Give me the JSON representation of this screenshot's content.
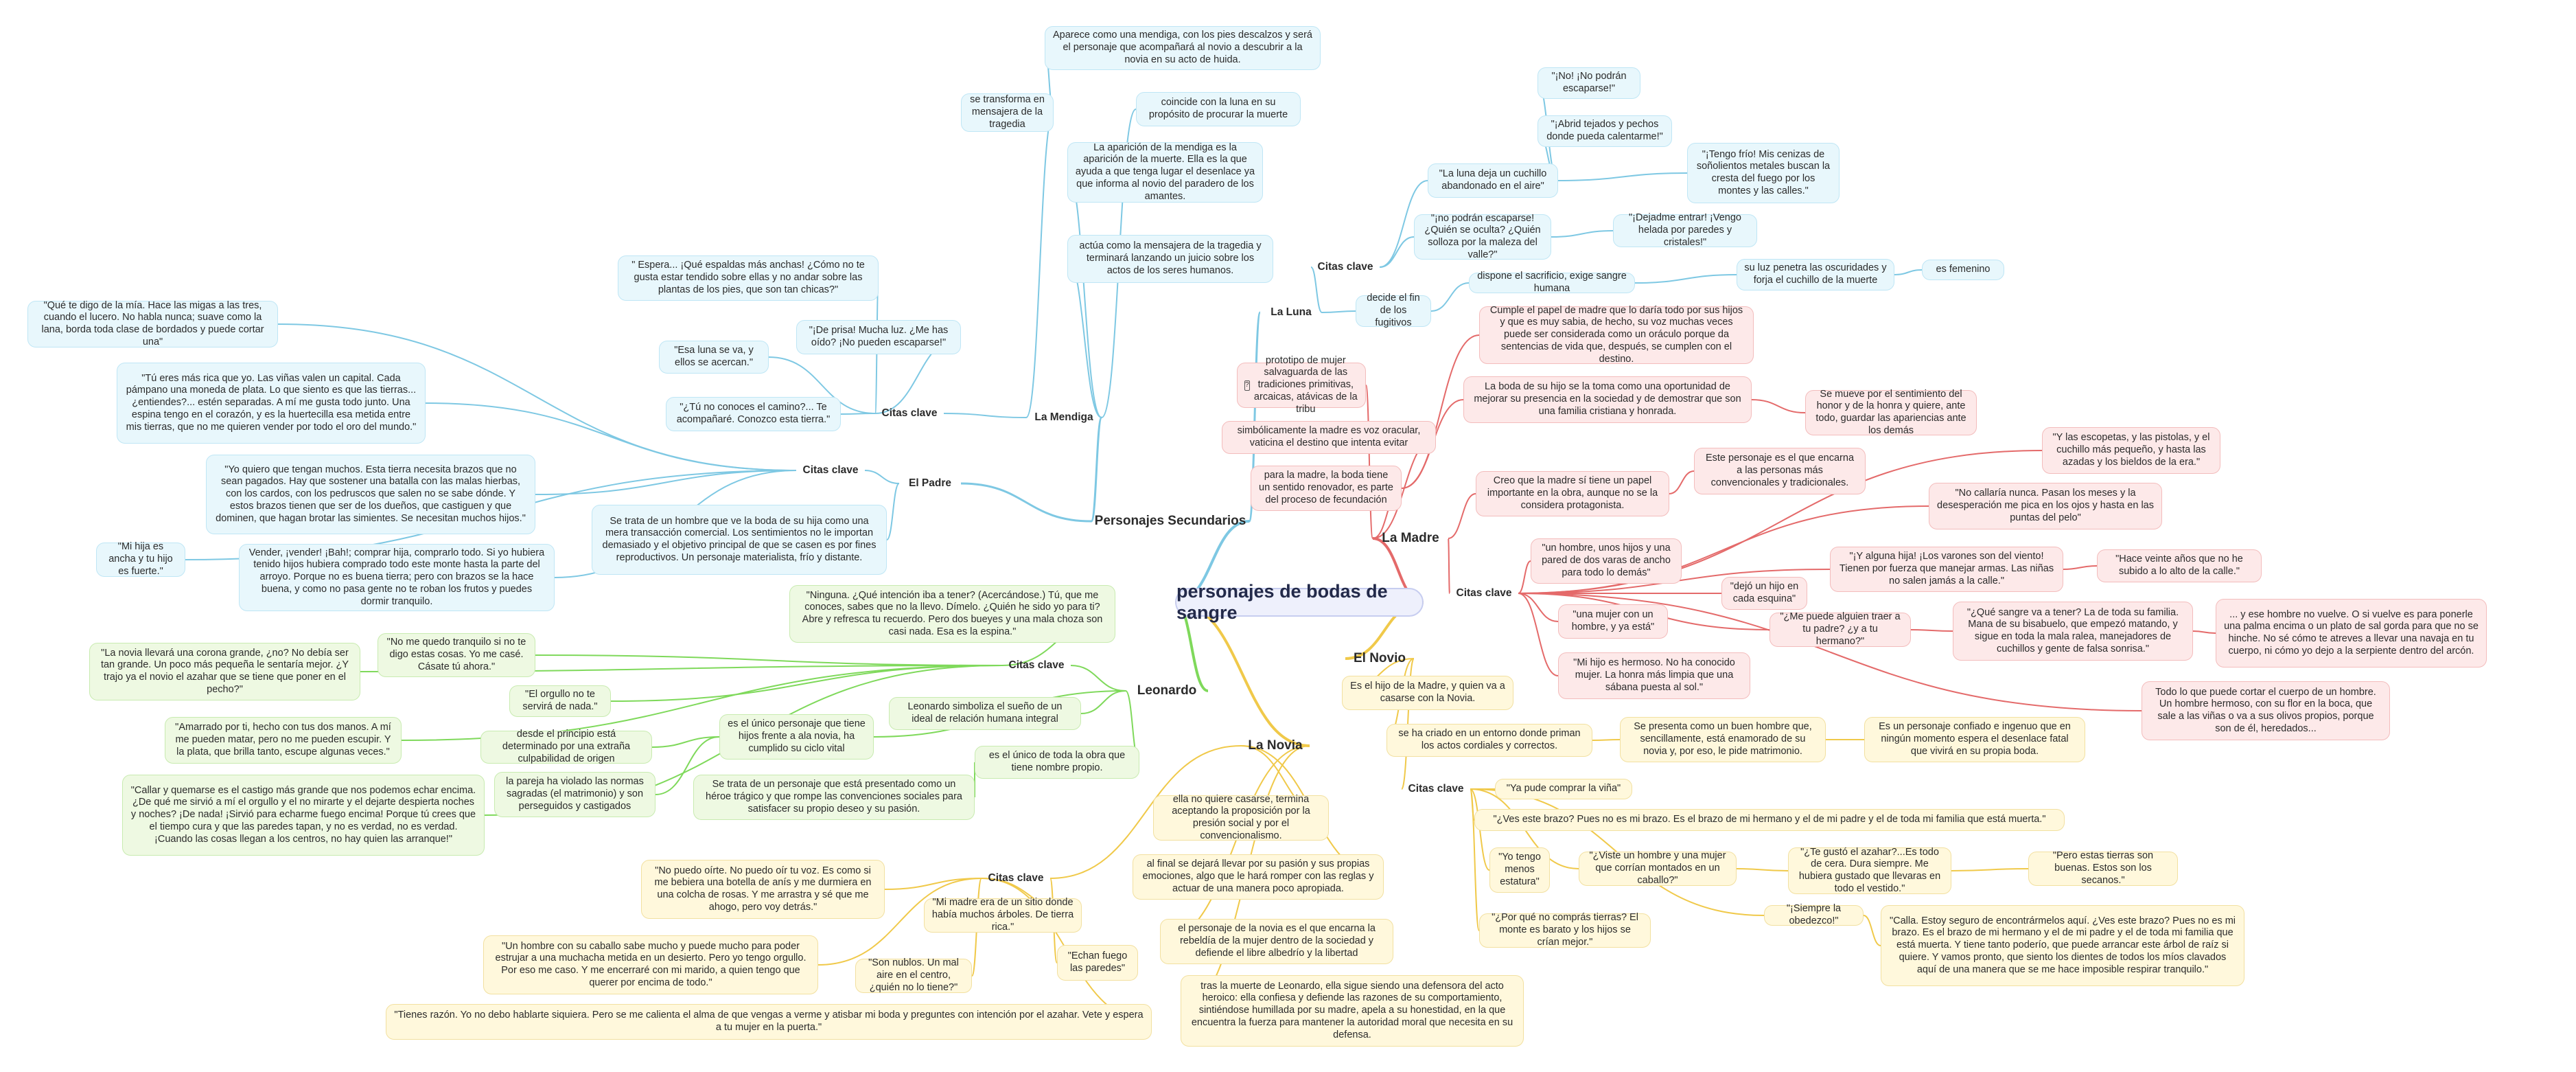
{
  "root": "personajes de bodas de sangre",
  "branches": {
    "secundarios": "Personajes Secundarios",
    "la_luna": "La Luna",
    "la_mendiga": "La Mendiga",
    "el_padre": "El Padre",
    "leonardo": "Leonardo",
    "la_madre": "La Madre",
    "el_novio": "El Novio",
    "la_novia": "La Novia"
  },
  "citas_label": "Citas clave",
  "luna": {
    "citas": [
      "\"¡No! ¡No podrán escaparse!\"",
      "\"¡Abrid tejados y pechos donde pueda calentarme!\"",
      "\"La luna deja un cuchillo abandonado en el aire\"",
      "\"¡Tengo frío! Mis cenizas de soñolientos metales buscan la cresta del fuego por los montes y las calles.\"",
      "\"¡no podrán escaparse! ¿Quién se oculta? ¿Quién solloza por la maleza del valle?\"",
      "\"¡Dejadme entrar! ¡Vengo helada por paredes y cristales!\""
    ],
    "decide": "decide el fin de los fugitivos",
    "sacrificio": "dispone el sacrificio, exige sangre humana",
    "luz": "su luz penetra las oscuridades y forja el cuchillo de la muerte",
    "femenino": "es femenino"
  },
  "mendiga": {
    "transforma": "se transforma en mensajera de la tragedia",
    "aparece": "Aparece como una mendiga, con los pies descalzos y será el personaje que acompañará al novio a descubrir a la novia en su acto de huida.",
    "coincide": "coincide con la luna en su propósito de procurar la muerte",
    "aparicion": "La aparición de la mendiga es la aparición de la muerte. Ella es la que ayuda a que tenga lugar el desenlace ya que informa al novio del paradero de los amantes.",
    "actua": "actúa como la mensajera de la tragedia y terminará lanzando un juicio sobre los actos de los seres humanos.",
    "citas": [
      "\" Espera... ¡Qué espaldas más anchas! ¿Cómo no te gusta estar tendido sobre ellas y no andar sobre las plantas de los pies, que son tan chicas?\"",
      "\"¡De prisa! Mucha luz. ¿Me has oído? ¡No pueden escaparse!\"",
      "\"Esa luna se va, y ellos se acercan.\"",
      "\"¿Tú no conoces el camino?... Te acompañaré. Conozco esta tierra.\""
    ]
  },
  "padre": {
    "citas": [
      "\"Qué te digo de la mía. Hace las migas a las tres, cuando el lucero. No habla nunca; suave como la lana, borda toda clase de bordados y puede cortar una\"",
      "\"Tú eres más rica que yo. Las viñas valen un capital. Cada pámpano una moneda de plata. Lo que siento es que las tierras... ¿entiendes?... estén separadas. A mí me gusta todo junto. Una espina tengo en el corazón, y es la huertecilla esa metida entre mis tierras, que no me quieren vender por todo el oro del mundo.\"",
      "\"Yo quiero que tengan muchos. Esta tierra necesita brazos que no sean pagados. Hay que sostener una batalla con las malas hierbas, con los cardos, con los pedruscos que salen no se sabe dónde. Y estos brazos tienen que ser de los dueños, que castiguen y que dominen, que hagan brotar las simientes. Se necesitan muchos hijos.\"",
      "\"Mi hija es ancha y tu hijo es fuerte.\"",
      "Vender, ¡vender! ¡Bah!; comprar hija, comprarlo todo. Si yo hubiera tenido hijos hubiera comprado todo este monte hasta la parte del arroyo. Porque no es buena tierra; pero con brazos se la hace buena, y como no pasa gente no te roban los frutos y puedes dormir tranquilo."
    ],
    "desc": "Se trata de un hombre que ve la boda de su hija como una mera transacción comercial. Los sentimientos no le importan demasiado y el objetivo principal de que se casen es por fines reproductivos. Un personaje materialista, frío y distante."
  },
  "leonardo": {
    "citas": [
      "\"Ninguna. ¿Qué intención iba a tener? (Acercándose.) Tú, que me conoces, sabes que no la llevo. Dímelo. ¿Quién he sido yo para ti? Abre y refresca tu recuerdo. Pero dos bueyes y una mala choza son casi nada. Esa es la espina.\"",
      "\"No me quedo tranquilo si no te digo estas cosas. Yo me casé. Cásate tú ahora.\"",
      "\"La novia llevará una corona grande, ¿no? No debía ser tan grande. Un poco más pequeña le sentaría mejor. ¿Y trajo ya el novio el azahar que se tiene que poner en el pecho?\"",
      "\"El orgullo no te servirá de nada.\"",
      "\"Amarrado por ti, hecho con tus dos manos. A mí me pueden matar, pero no me pueden escupir. Y la plata, que brilla tanto, escupe algunas veces.\"",
      "\"Callar y quemarse es el castigo más grande que nos podemos echar encima. ¿De qué me sirvió a mí el orgullo y el no mirarte y el dejarte despierta noches y noches? ¡De nada! ¡Sirvió para echarme fuego encima! Porque tú crees que el tiempo cura y que las paredes tapan, y no es verdad, no es verdad. ¡Cuando las cosas llegan a los centros, no hay quien las arranque!\""
    ],
    "simboliza": "Leonardo simboliza el sueño de un ideal de relación humana integral",
    "unico_hijos": "es el único personaje que tiene hijos frente a ala novia, ha cumplido su ciclo vital",
    "unico_obra": "es el único de toda la obra que tiene nombre propio.",
    "desde_principio": "desde el principio está determinado por una extraña culpabilidad de origen",
    "pareja": "la pareja ha violado las normas sagradas (el matrimonio) y son perseguidos y castigados",
    "heroe": "Se trata de un personaje que está presentado como un héroe trágico y que rompe las convenciones sociales para satisfacer su propio deseo y su pasión."
  },
  "madre": {
    "protot": "prototipo de mujer salvaguarda de las tradiciones primitivas, arcaicas, atávicas de la tribu",
    "simbol": "simbólicamente la madre es voz oracular, vaticina el destino que intenta evitar",
    "para_madre": "para la madre, la boda tiene un sentido renovador, es parte del proceso de fecundación",
    "cumple": "Cumple el papel de madre que lo daría todo por sus hijos y que es muy sabia, de hecho, su voz muchas veces puede ser considerada como un oráculo porque da sentencias de vida que, después, se cumplen con el destino.",
    "boda_hijo": "La boda de su hijo se la toma como una oportunidad de mejorar su presencia en la sociedad y de demostrar que son una familia cristiana y honrada.",
    "mueve": "Se mueve por el sentimiento del honor y de la honra y quiere, ante todo, guardar las apariencias ante los demás",
    "creo": "Creo que la madre sí tiene un papel importante en la obra, aunque no se la considera protagonista.",
    "encarna": "Este personaje es el que encarna a las personas más convencionales y tradicionales.",
    "citas": [
      "\"Y las escopetas, y las pistolas, y el cuchillo más pequeño, y hasta las azadas y los bieldos de la era.\"",
      "\"No callaría nunca. Pasan los meses y la desesperación me pica en los ojos y hasta en las puntas del pelo\"",
      "\"un hombre, unos hijos y una pared de dos varas de ancho para todo lo demás\"",
      "\"¡Y alguna hija! ¡Los varones son del viento! Tienen por fuerza que manejar armas. Las niñas no salen jamás a la calle.\"",
      "\"Hace veinte años que no he subido a lo alto de la calle.\"",
      "\"dejó un hijo en cada esquina\"",
      "\"una mujer con un hombre, y ya está\"",
      "\"¿Me puede alguien traer a tu padre? ¿y a tu hermano?\"",
      "\"¿Qué sangre va a tener? La de toda su familia. Mana de su bisabuelo, que empezó matando, y sigue en toda la mala ralea, manejadores de cuchillos y gente de falsa sonrisa.\"",
      "... y ese hombre no vuelve. O si vuelve es para ponerle una palma encima o un plato de sal gorda para que no se hinche. No sé cómo te atreves a llevar una navaja en tu cuerpo, ni cómo yo dejo a la serpiente dentro del arcón.",
      "\"Mi hijo es hermoso. No ha conocido mujer. La honra más limpia que una sábana puesta al sol.\"",
      "Todo lo que puede cortar el cuerpo de un hombre. Un hombre hermoso, con su flor en la boca, que sale a las viñas o va a sus olivos propios, porque son de él, heredados..."
    ]
  },
  "novio": {
    "hijo": "Es el hijo de la Madre, y quien va a casarse con la Novia.",
    "criado": "se ha criado en un entorno donde priman los actos cordiales y correctos.",
    "presenta": "Se presenta como un buen hombre que, sencillamente, está enamorado de su novia y, por eso, le pide matrimonio.",
    "confiado": "Es un personaje confiado e ingenuo que en ningún momento espera el desenlace fatal que vivirá en su propia boda.",
    "citas": [
      "\"Ya pude comprar la viña\"",
      "\"¿Ves este brazo? Pues no es mi brazo. Es el brazo de mi hermano y el de mi padre y el de toda mi familia que está muerta.\"",
      "\"Yo tengo menos estatura\"",
      "\"¿Viste un hombre y una mujer que corrían montados en un caballo?\"",
      "\"¿Te gustó el azahar?...Es todo de cera. Dura siempre. Me hubiera gustado que llevaras en todo el vestido.\"",
      "\"Pero estas tierras son buenas. Estos son los secanos.\"",
      "\"¡Siempre la obedezco!\"",
      "\"¿Por qué no comprás tierras? El monte es barato y los hijos se crían mejor.\"",
      "\"Calla. Estoy seguro de encontrármelos aquí. ¿Ves este brazo? Pues no es mi brazo. Es el brazo de mi hermano y el de mi padre y el de toda mi familia que está muerta. Y tiene tanto poderío, que puede arrancar este árbol de raíz si quiere. Y vamos pronto, que siento los dientes de todos los míos clavados aquí de una manera que se me hace imposible respirar tranquilo.\""
    ]
  },
  "novia": {
    "no_quiere": "ella no quiere casarse, termina aceptando la proposición por la presión social y por el convencionalismo.",
    "al_final": "al final se dejará llevar por su pasión y sus propias emociones, algo que le hará romper con las reglas y actuar de una manera poco apropiada.",
    "rebeldia": "el personaje de la novia es el que encarna la rebeldía de la mujer dentro de la sociedad y defiende el libre albedrío y la libertad",
    "muerte": "tras la muerte de Leonardo, ella sigue siendo una defensora del acto heroico: ella confiesa y defiende las razones de su comportamiento, sintiéndose humillada por su madre, apela a su honestidad, en la que encuentra la fuerza para mantener la autoridad moral que necesita en su defensa.",
    "citas": [
      "\"No puedo oírte. No puedo oír tu voz. Es como si me bebiera una botella de anís y me durmiera en una colcha de rosas. Y me arrastra y sé que me ahogo, pero voy detrás.\"",
      "\"Mi madre era de un sitio donde había muchos árboles. De tierra rica.\"",
      "\"Un hombre con su caballo sabe mucho y puede mucho para poder estrujar a una muchacha metida en un desierto. Pero yo tengo orgullo. Por eso me caso. Y me encerraré con mi marido, a quien tengo que querer por encima de todo.\"",
      "\"Echan fuego las paredes\"",
      "\"Son nublos. Un mal aire en el centro, ¿quién no lo tiene?\"",
      "\"Tienes razón. Yo no debo hablarte siquiera. Pero se me calienta el alma de que vengas a verme y atisbar mi boda y preguntes con intención por el azahar. Vete y espera a tu mujer en la puerta.\""
    ]
  },
  "colors": {
    "blue": "#7ec8e3",
    "green": "#7fd95b",
    "red": "#e46a6a",
    "yellow": "#f0c94a",
    "root_border": "#c7cdf0"
  }
}
